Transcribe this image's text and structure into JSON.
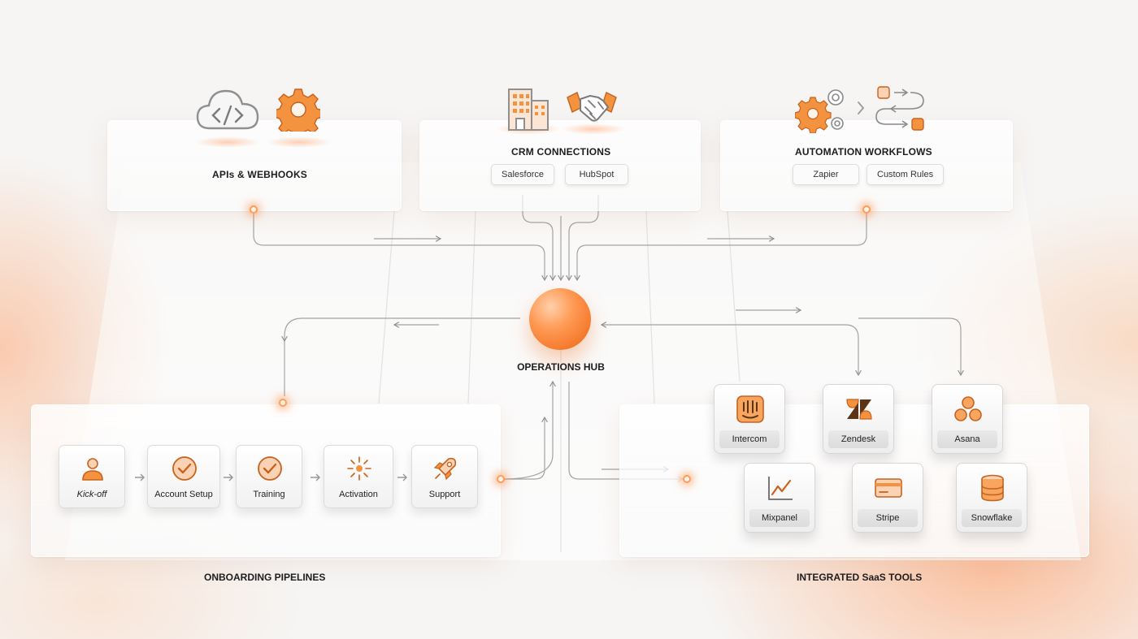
{
  "colors": {
    "accent": "#f47a2c",
    "accent_light": "#ffc9a0",
    "line": "#9a9a9a",
    "text": "#1d1d1f"
  },
  "hub": {
    "label": "OPERATIONS HUB"
  },
  "top_panels": {
    "apis": {
      "title": "APIs & WEBHOOKS",
      "icons": [
        "cloud-code-icon",
        "gear-icon"
      ]
    },
    "crm": {
      "title": "CRM CONNECTIONS",
      "icons": [
        "building-icon",
        "handshake-icon"
      ],
      "chips": [
        "Salesforce",
        "HubSpot"
      ]
    },
    "automation": {
      "title": "AUTOMATION WORKFLOWS",
      "icons": [
        "gears-icon",
        "workflow-icon"
      ],
      "chips": [
        "Zapier",
        "Custom Rules"
      ]
    }
  },
  "onboarding": {
    "title": "ONBOARDING PIPELINES",
    "steps": [
      {
        "label": "Kick-off",
        "icon": "person-icon"
      },
      {
        "label": "Account Setup",
        "icon": "check-circle-icon"
      },
      {
        "label": "Training",
        "icon": "check-circle-icon"
      },
      {
        "label": "Activation",
        "icon": "spark-icon"
      },
      {
        "label": "Support",
        "icon": "rocket-icon"
      }
    ]
  },
  "saas": {
    "title": "INTEGRATED SaaS TOOLS",
    "tools": [
      {
        "label": "Intercom",
        "icon": "intercom-icon"
      },
      {
        "label": "Zendesk",
        "icon": "zendesk-icon"
      },
      {
        "label": "Asana",
        "icon": "asana-icon"
      },
      {
        "label": "Mixpanel",
        "icon": "line-chart-icon"
      },
      {
        "label": "Stripe",
        "icon": "card-icon"
      },
      {
        "label": "Snowflake",
        "icon": "database-icon"
      }
    ]
  }
}
